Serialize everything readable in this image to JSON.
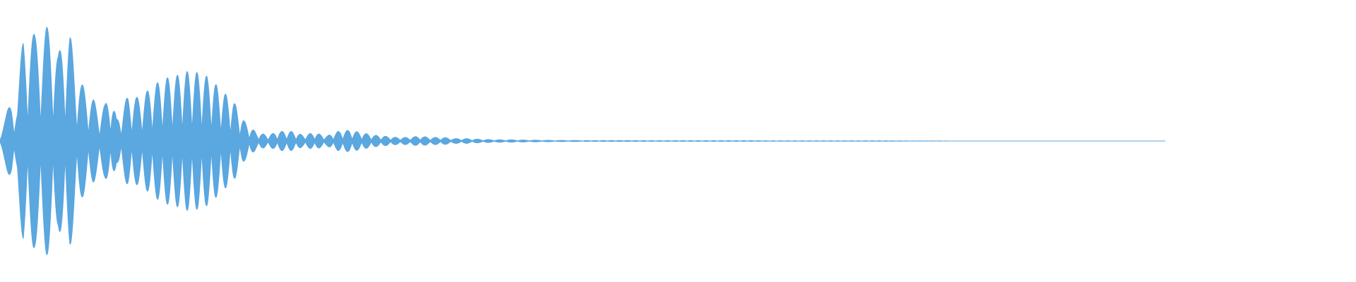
{
  "chart_data": {
    "type": "area",
    "title": "",
    "xlabel": "",
    "ylabel": "",
    "grid": false,
    "legend": "none",
    "ylim": [
      -1,
      1
    ],
    "xlim": [
      0,
      1
    ],
    "fill_color": "#5ba7e0",
    "background_color": "#ffffff",
    "series": [
      {
        "x": [
          0,
          0.005,
          0.01,
          0.015,
          0.02,
          0.025,
          0.03,
          0.035,
          0.04,
          0.045,
          0.05,
          0.055,
          0.06,
          0.065,
          0.07,
          0.075,
          0.08,
          0.085,
          0.09,
          0.095,
          0.1,
          0.11,
          0.12,
          0.13,
          0.14,
          0.15,
          0.16,
          0.17,
          0.18,
          0.19,
          0.2,
          0.21,
          0.22,
          0.23,
          0.24,
          0.25,
          0.26,
          0.27,
          0.28,
          0.29,
          0.3,
          0.31,
          0.32,
          0.33,
          0.34,
          0.35,
          0.36,
          0.37,
          0.38,
          0.39,
          0.4,
          0.41,
          0.42,
          0.43,
          0.44,
          0.45,
          0.46,
          0.47,
          0.48,
          0.49,
          0.5,
          0.52,
          0.54,
          0.56,
          0.58,
          0.6,
          0.62,
          0.64,
          0.66,
          0.68,
          0.7,
          0.72,
          0.74,
          0.76,
          0.78,
          0.8,
          0.82,
          0.84,
          0.86,
          0.88,
          0.9,
          0.92,
          0.94,
          0.96,
          0.98,
          1.0
        ],
        "values": [
          0.06,
          0.2,
          0.38,
          0.3,
          0.92,
          0.95,
          0.88,
          0.9,
          0.95,
          0.92,
          0.72,
          0.88,
          0.9,
          0.58,
          0.48,
          0.4,
          0.35,
          0.25,
          0.3,
          0.42,
          0.18,
          0.38,
          0.36,
          0.45,
          0.52,
          0.54,
          0.58,
          0.57,
          0.53,
          0.42,
          0.34,
          0.16,
          0.07,
          0.05,
          0.08,
          0.08,
          0.05,
          0.07,
          0.04,
          0.08,
          0.09,
          0.07,
          0.05,
          0.04,
          0.03,
          0.03,
          0.04,
          0.03,
          0.03,
          0.02,
          0.02,
          0.015,
          0.012,
          0.01,
          0.01,
          0.008,
          0.007,
          0.006,
          0.005,
          0.005,
          0.004,
          0.004,
          0.004,
          0.003,
          0.003,
          0.003,
          0.003,
          0.003,
          0.002,
          0.002,
          0.002,
          0.002,
          0.002,
          0.002,
          0.001,
          0.001,
          0,
          0,
          0,
          0,
          0,
          0,
          0,
          0,
          0,
          0
        ]
      }
    ]
  }
}
